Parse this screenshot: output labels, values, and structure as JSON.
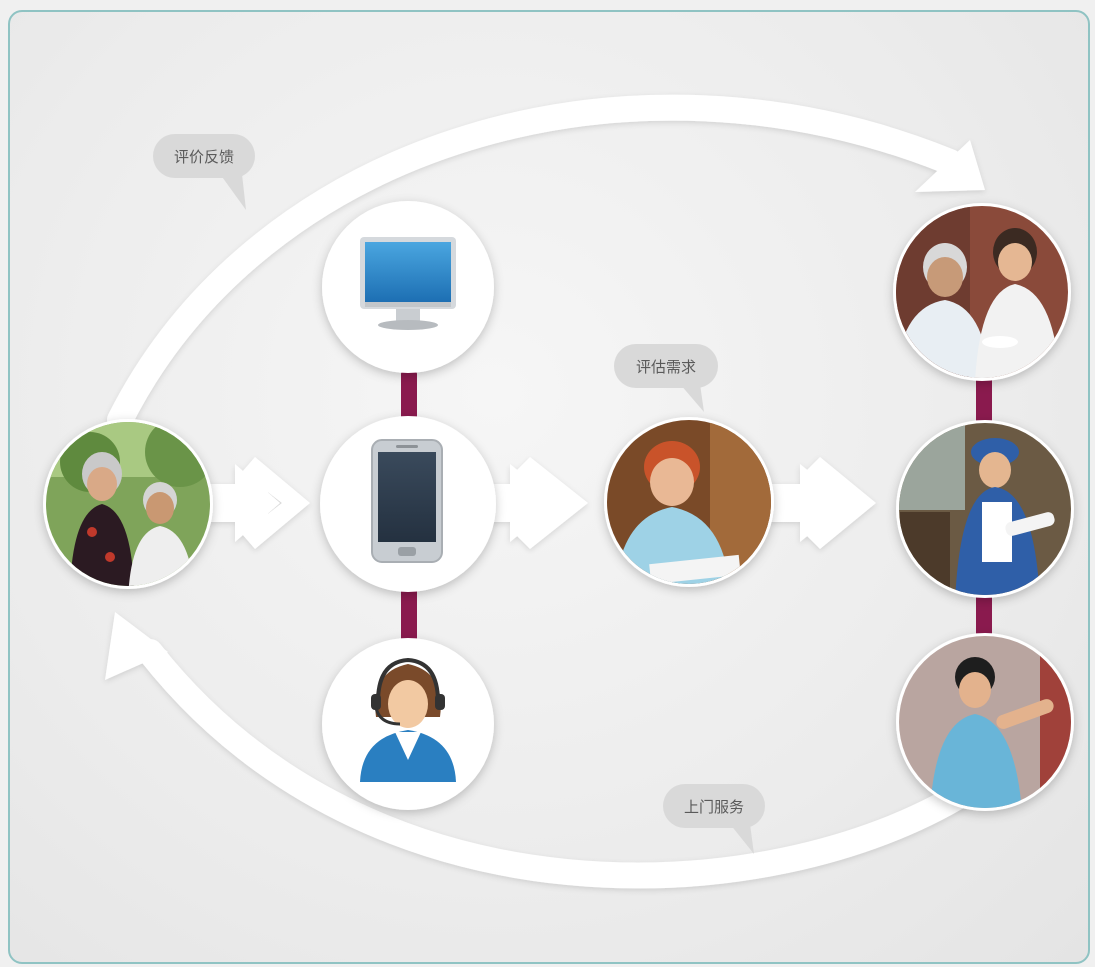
{
  "labels": {
    "feedback": "评价反馈",
    "assess": "评估需求",
    "onsite": "上门服务"
  },
  "icons": {
    "elderly": "elderly-couple-photo",
    "monitor": "monitor-icon",
    "phone": "smartphone-icon",
    "operator": "call-center-operator-icon",
    "assessor": "assessor-writing-photo",
    "care": "caregiver-feeding-photo",
    "cleaning": "cleaner-photo",
    "therapy": "physiotherapy-photo"
  },
  "colors": {
    "connector": "#8a1a4e",
    "arrow": "#ffffff",
    "frame": "#8fc3c3",
    "bubble": "#d9d9d9",
    "bubble_text": "#5a5a5a"
  }
}
